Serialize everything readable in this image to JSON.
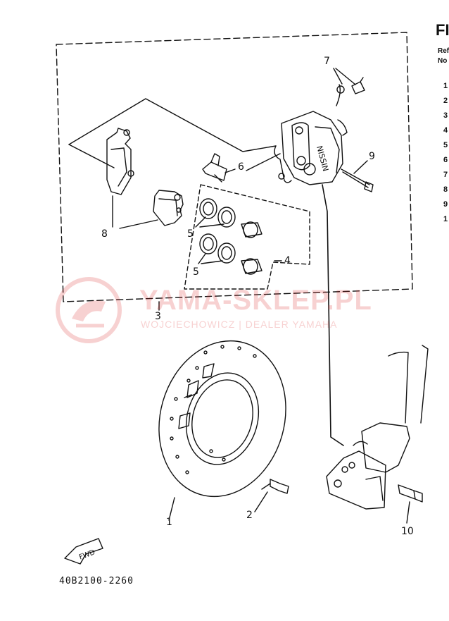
{
  "header": {
    "title": "FI",
    "ref_label_line1": "Ref",
    "ref_label_line2": "No"
  },
  "ref_numbers": [
    "1",
    "2",
    "3",
    "4",
    "5",
    "6",
    "7",
    "8",
    "9",
    "1"
  ],
  "callouts": {
    "c1": "1",
    "c2": "2",
    "c3": "3",
    "c4": "4",
    "c5a": "5",
    "c5b": "5",
    "c6": "6",
    "c7": "7",
    "c8": "8",
    "c9": "9",
    "c10": "10"
  },
  "fwd_label": "FWD",
  "caliper_brand": "NISSIN",
  "diagram_code": "40B2100-2260",
  "watermark": {
    "title": "YAMA-SKLEP.PL",
    "subtitle": "WOJCIECHOWICZ | DEALER YAMAHA"
  },
  "colors": {
    "watermark": "#d33333",
    "line": "#111111"
  }
}
